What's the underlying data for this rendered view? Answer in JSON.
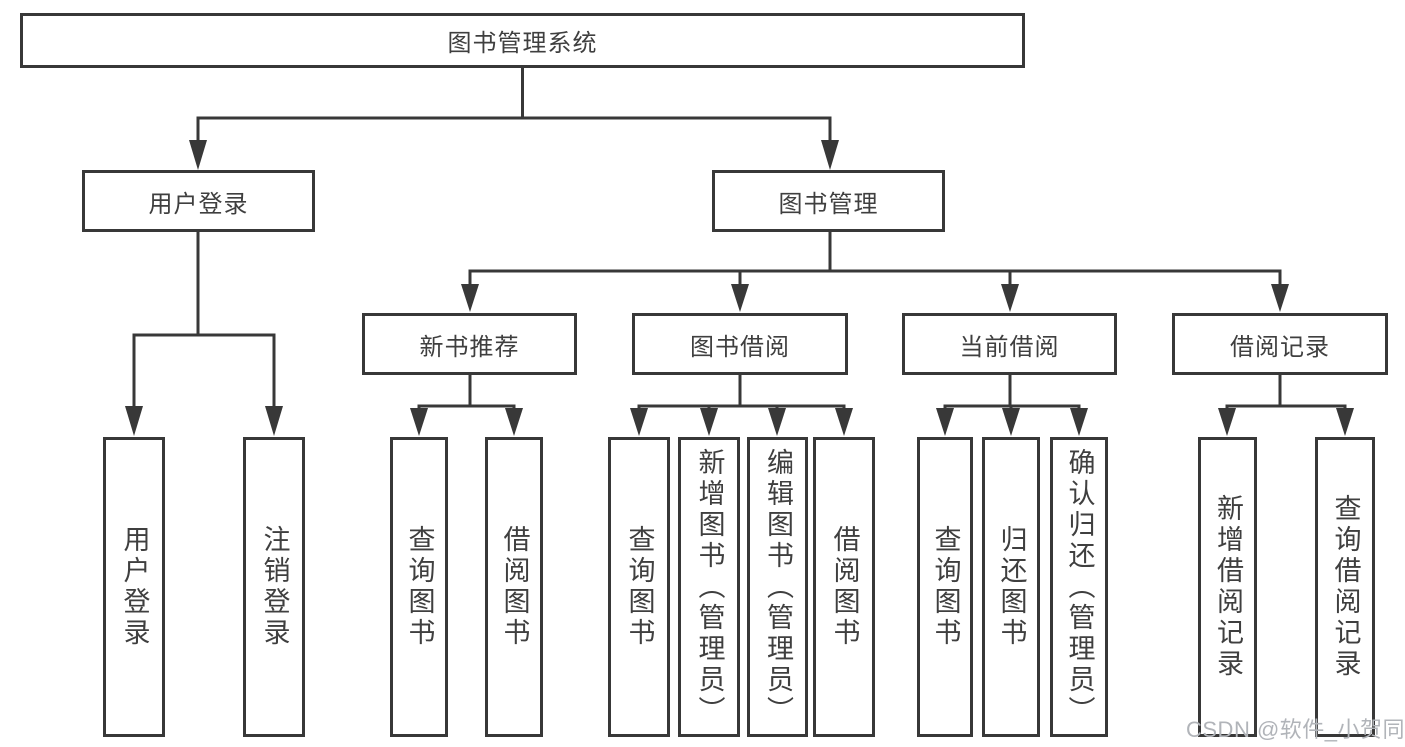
{
  "colors": {
    "line": "#383838",
    "text": "#3f3f3f",
    "background": "#ffffff",
    "watermark": "#b1b4b9"
  },
  "watermark": {
    "text": "CSDN @软件_小贺同学"
  },
  "diagram": {
    "root": {
      "label": "图书管理系统"
    },
    "branches": [
      {
        "label": "用户登录",
        "children": [
          {
            "label": "用户登录"
          },
          {
            "label": "注销登录"
          }
        ]
      },
      {
        "label": "图书管理",
        "children": [
          {
            "label": "新书推荐",
            "children": [
              {
                "label": "查询图书"
              },
              {
                "label": "借阅图书"
              }
            ]
          },
          {
            "label": "图书借阅",
            "children": [
              {
                "label": "查询图书"
              },
              {
                "label": "新增图书（管理员）"
              },
              {
                "label": "编辑图书（管理员）"
              },
              {
                "label": "借阅图书"
              }
            ]
          },
          {
            "label": "当前借阅",
            "children": [
              {
                "label": "查询图书"
              },
              {
                "label": "归还图书"
              },
              {
                "label": "确认归还（管理员）"
              }
            ]
          },
          {
            "label": "借阅记录",
            "children": [
              {
                "label": "新增借阅记录"
              },
              {
                "label": "查询借阅记录"
              }
            ]
          }
        ]
      }
    ]
  }
}
